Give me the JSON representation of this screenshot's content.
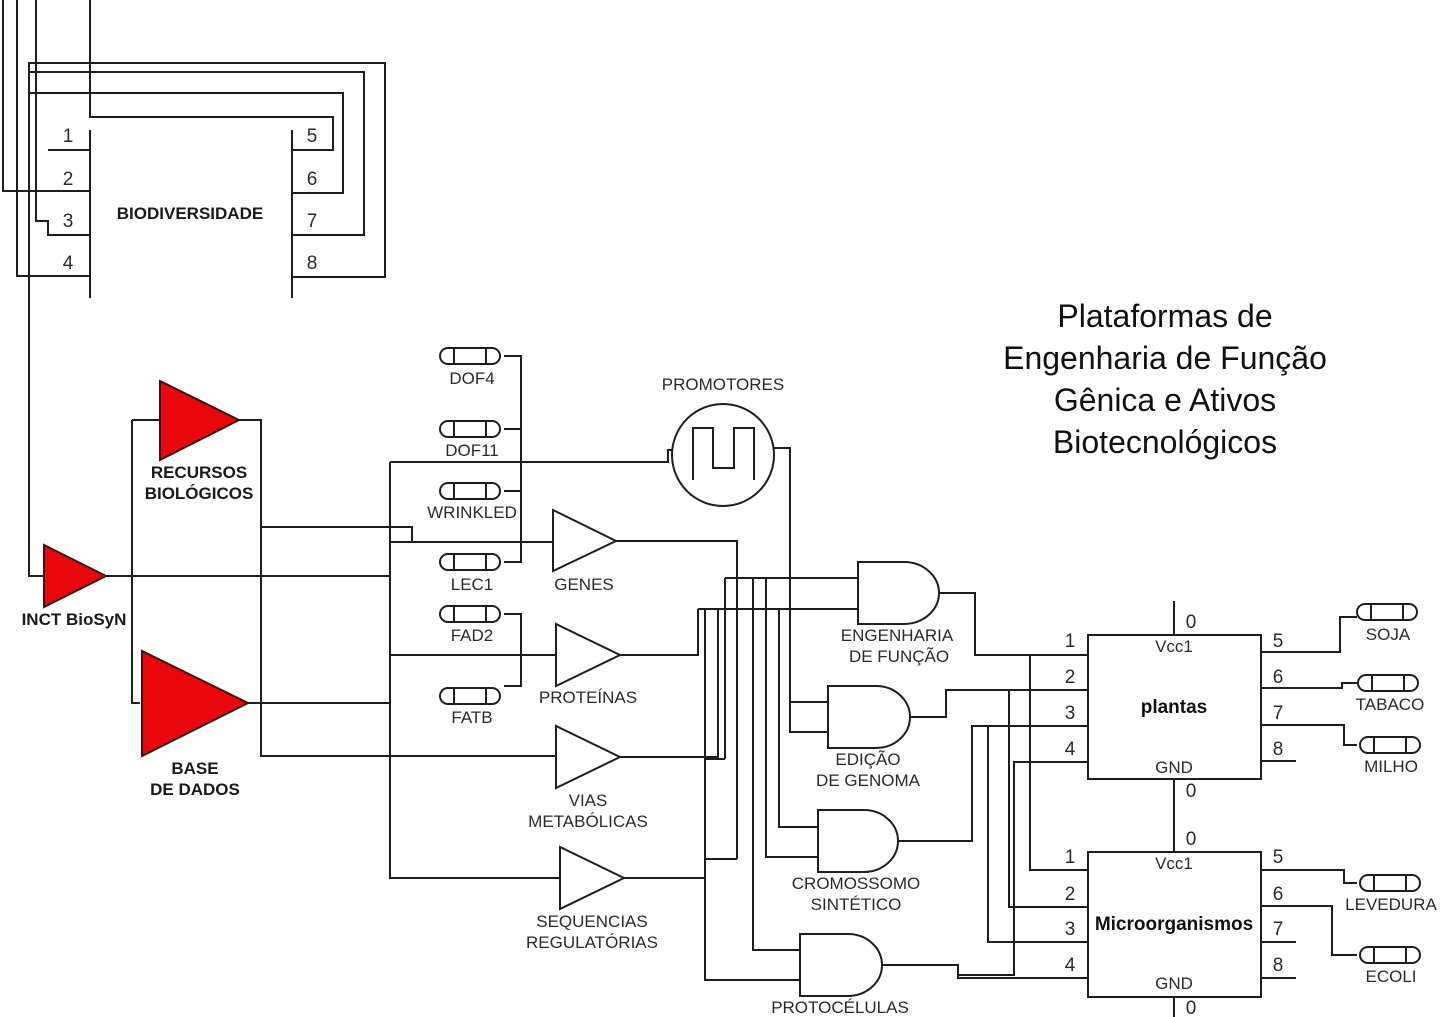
{
  "title": {
    "lines": [
      "Plataformas de",
      "Engenharia de Função",
      "Gênica e Ativos",
      "Biotecnológicos"
    ]
  },
  "biodiversidade": {
    "label": "BIODIVERSIDADE",
    "left_pins": [
      "1",
      "2",
      "3",
      "4"
    ],
    "right_pins": [
      "5",
      "6",
      "7",
      "8"
    ]
  },
  "amplifiers_red": {
    "inct": {
      "label": "INCT BioSyN"
    },
    "recursos": {
      "lines": [
        "RECURSOS",
        "BIOLÓGICOS"
      ]
    },
    "base": {
      "lines": [
        "BASE",
        "DE DADOS"
      ]
    }
  },
  "genes_inputs": [
    "DOF4",
    "DOF11",
    "WRINKLED",
    "LEC1"
  ],
  "proteinas_inputs": [
    "FAD2",
    "FATB"
  ],
  "promotores": {
    "label": "PROMOTORES",
    "icon": "square-wave-source-icon"
  },
  "buffers": {
    "genes": {
      "lines": [
        "GENES"
      ]
    },
    "proteinas": {
      "lines": [
        "PROTEÍNAS"
      ]
    },
    "vias": {
      "lines": [
        "VIAS",
        "METABÓLICAS"
      ]
    },
    "sequencias": {
      "lines": [
        "SEQUENCIAS",
        "REGULATÓRIAS"
      ]
    }
  },
  "and_gates": {
    "engenharia": {
      "lines": [
        "ENGENHARIA",
        "DE FUNÇÃO"
      ]
    },
    "edicao": {
      "lines": [
        "EDIÇÃO",
        "DE GENOMA"
      ]
    },
    "cromossomo": {
      "lines": [
        "CROMOSSOMO",
        "SINTÉTICO"
      ]
    },
    "protocelulas": {
      "lines": [
        "PROTOCÉLULAS"
      ]
    }
  },
  "chips": {
    "plantas": {
      "name": "plantas",
      "vcc": "Vcc1",
      "gnd": "GND",
      "vcc_value": "0",
      "gnd_value": "0",
      "left_pins": [
        "1",
        "2",
        "3",
        "4"
      ],
      "right_pins": [
        "5",
        "6",
        "7",
        "8"
      ],
      "outputs": [
        "SOJA",
        "TABACO",
        "MILHO"
      ]
    },
    "micro": {
      "name": "Microorganismos",
      "vcc": "Vcc1",
      "gnd": "GND",
      "vcc_value": "0",
      "gnd_value": "0",
      "left_pins": [
        "1",
        "2",
        "3",
        "4"
      ],
      "right_pins": [
        "5",
        "6",
        "7",
        "8"
      ],
      "outputs": [
        "LEVEDURA",
        "ECOLI"
      ]
    }
  }
}
